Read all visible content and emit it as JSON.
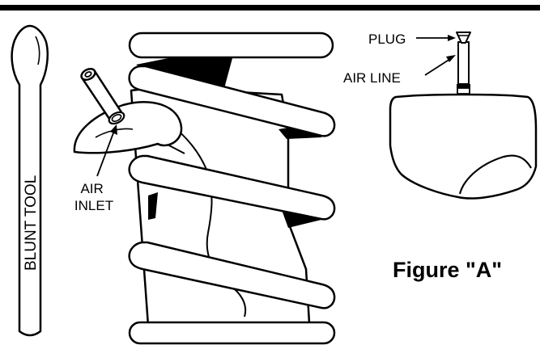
{
  "labels": {
    "plug": "PLUG",
    "air_line": "AIR LINE",
    "air_inlet_line1": "AIR",
    "air_inlet_line2": "INLET",
    "blunt_tool": "BLUNT TOOL",
    "figure_caption": "Figure \"A\""
  },
  "colors": {
    "ink": "#000000",
    "paper": "#ffffff"
  }
}
